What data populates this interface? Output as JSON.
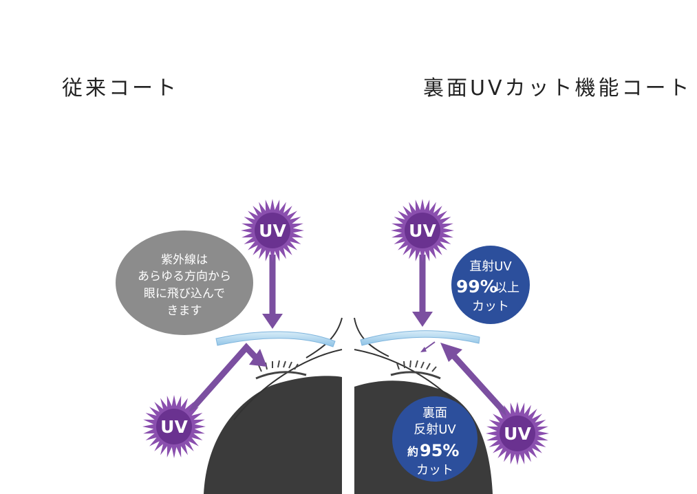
{
  "titles": {
    "left": "従来コート",
    "right": "裏面UVカット機能コート"
  },
  "uv_label": "UV",
  "left_bubble": {
    "lines": [
      "紫外線は",
      "あらゆる方向から",
      "眼に飛び込んで",
      "きます"
    ]
  },
  "right_top_bubble": {
    "line1": "直射UV",
    "line2_big": "99%",
    "line2_small": "以上",
    "line3": "カット"
  },
  "right_bottom_bubble": {
    "line1": "裏面",
    "line2": "反射UV",
    "line3_small": "約",
    "line3_big": "95%",
    "line4": "カット"
  },
  "colors": {
    "uv_purple": "#7a3f9a",
    "arrow_purple": "#7b4fa0",
    "gray_bubble": "#8c8c8c",
    "blue_bubble": "#2c4f9c",
    "lens_blue": "#a9d2ee",
    "hair_dark": "#3b3b3b"
  }
}
